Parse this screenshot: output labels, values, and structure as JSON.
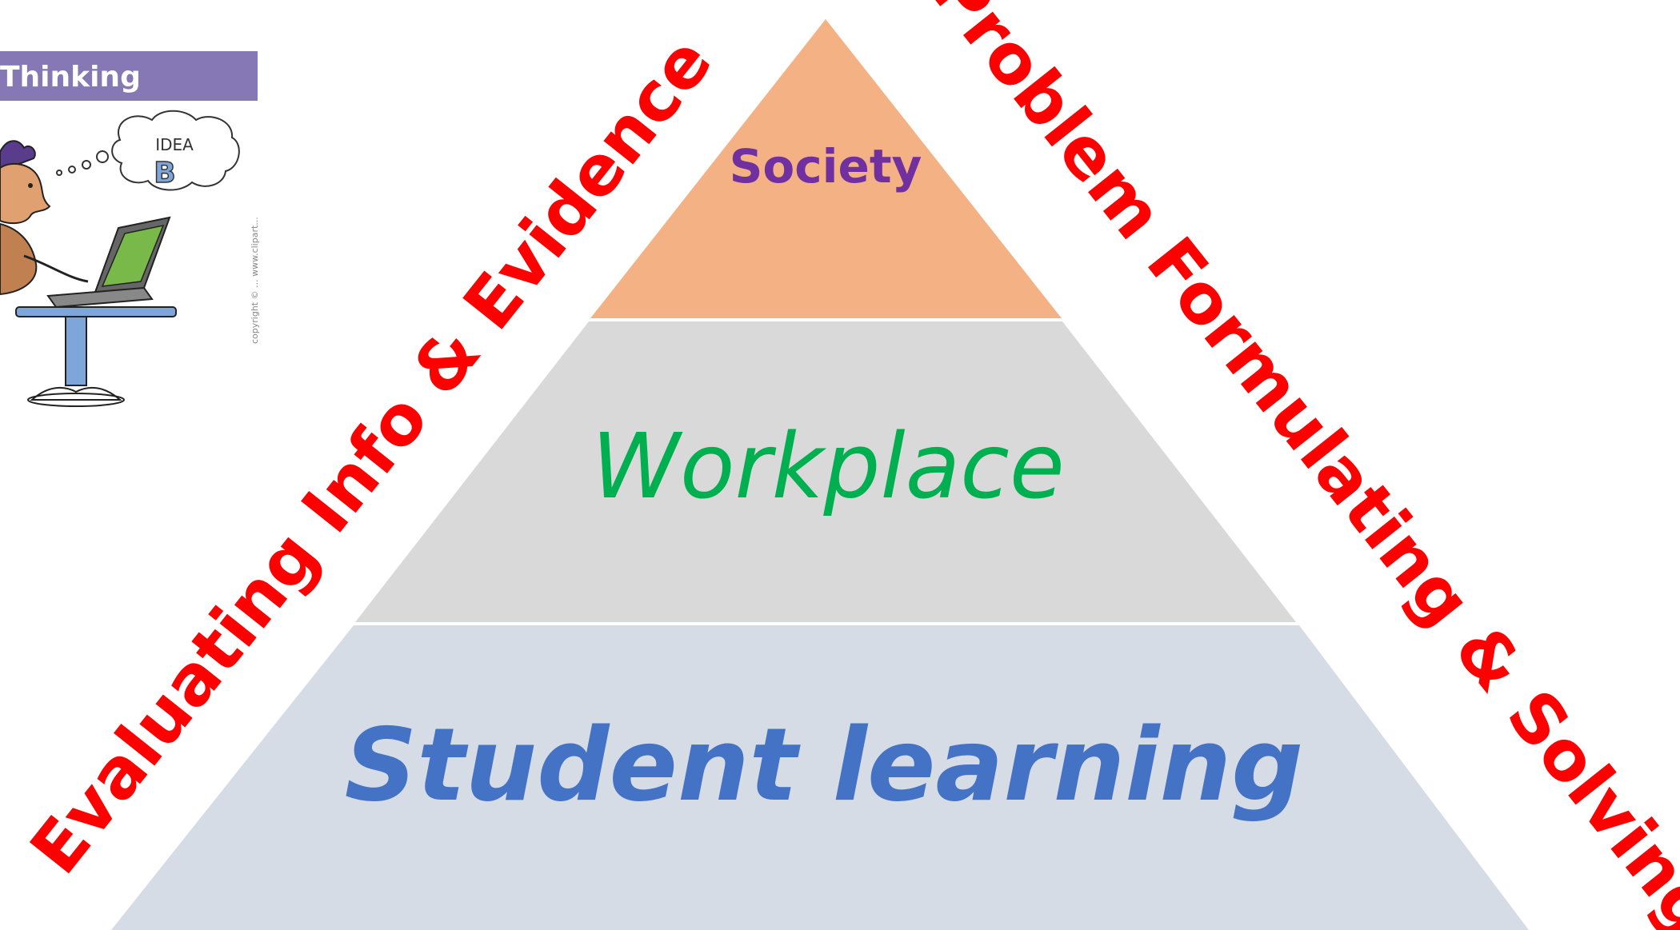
{
  "clipart": {
    "title": "Thinking",
    "idea_text": "IDEA",
    "idea_letter": "B",
    "copyright": "copyright © ... www.clipart..."
  },
  "pyramid": {
    "levels": [
      {
        "id": "society",
        "label": "Society",
        "fill": "#F4B183",
        "text_color": "#7030A0"
      },
      {
        "id": "workplace",
        "label": "Workplace",
        "fill": "#D9D9D9",
        "text_color": "#00B050"
      },
      {
        "id": "student",
        "label": "Student learning",
        "fill": "#D6DCE5",
        "text_color": "#4472C4"
      }
    ]
  },
  "side_labels": {
    "left": "Evaluating Info & Evidence",
    "right": "Problem Formulating & Solving",
    "color": "#FF0000"
  }
}
